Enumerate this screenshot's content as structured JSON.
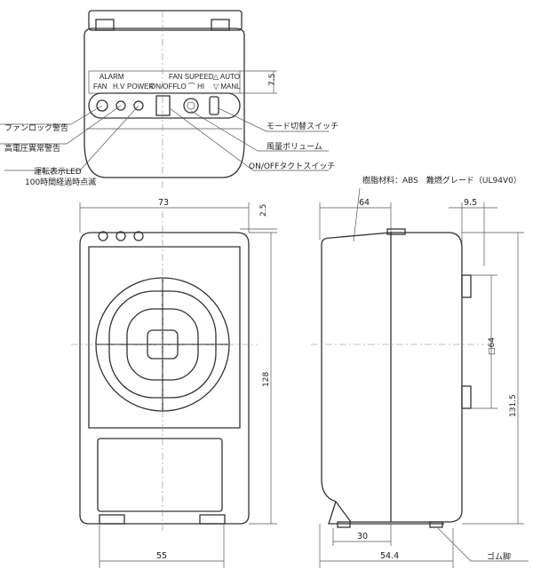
{
  "panel": {
    "alarm": "ALARM",
    "fan": "FAN",
    "hv": "H.V",
    "power": "POWER",
    "onoff": "ON/OFF",
    "fan_speed": "FAN SUPEED",
    "lo_hi": "LO ⌒ HI",
    "auto": "△ AUTO",
    "manl": "▽ MANL"
  },
  "callouts": {
    "fan_lock": "ファンロック警告",
    "hv_alarm": "高電圧異常警告",
    "run_led": "運転表示LED",
    "blink": "100時間経過時点滅",
    "mode_switch": "モード切替スイッチ",
    "volume": "風量ボリューム",
    "tact": "ON/OFFタクトスイッチ",
    "material": "樹脂材料：ABS　難燃グレード（UL94V0）",
    "rubber_feet": "ゴム脚"
  },
  "dims": {
    "d7_5": "7.5",
    "d73": "73",
    "d2_5": "2.5",
    "d128": "128",
    "d55": "55",
    "d64": "64",
    "d9_5": "9.5",
    "sq64": "□64",
    "d131_5": "131.5",
    "d30": "30",
    "d54_4": "54.4"
  }
}
